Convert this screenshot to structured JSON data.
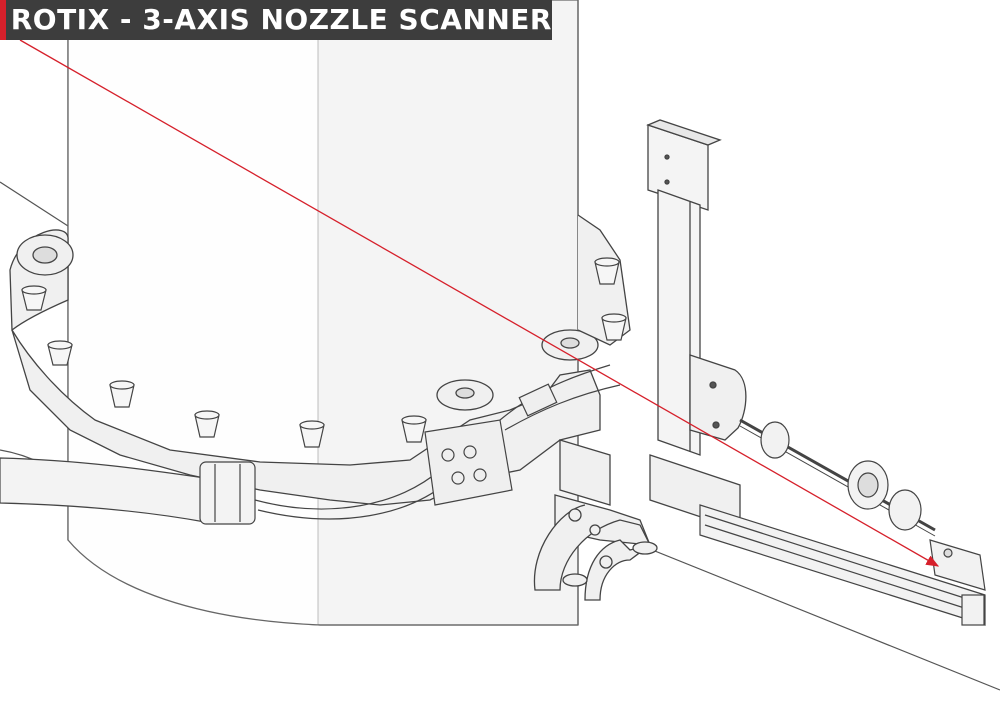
{
  "title": "ROTIX - 3-AXIS NOZZLE SCANNER",
  "colors": {
    "title_bg": "#3d3d3d",
    "title_accent": "#d6202b",
    "title_text": "#ffffff",
    "line_art": "#4a4a4a",
    "fill_light": "#f2f2f2",
    "callout": "#d6202b"
  },
  "icons": [
    "scanner-assembly-illustration",
    "nozzle-cylinder",
    "ring-chain",
    "probe-arm",
    "cable-hose"
  ]
}
